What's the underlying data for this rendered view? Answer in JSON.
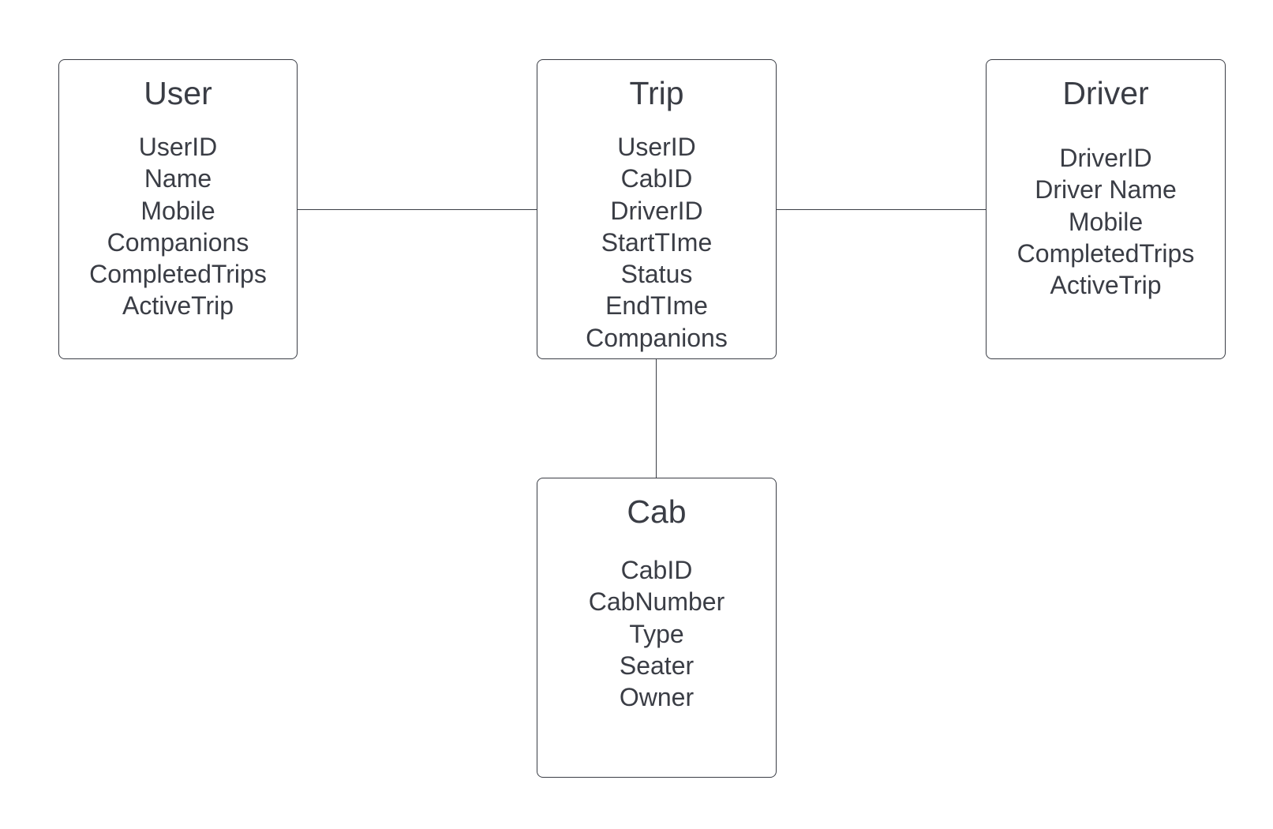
{
  "entities": {
    "user": {
      "title": "User",
      "attributes": [
        "UserID",
        "Name",
        "Mobile",
        "Companions",
        "CompletedTrips",
        "ActiveTrip"
      ]
    },
    "trip": {
      "title": "Trip",
      "attributes": [
        "UserID",
        "CabID",
        "DriverID",
        "StartTIme",
        "Status",
        "EndTIme",
        "Companions"
      ]
    },
    "driver": {
      "title": "Driver",
      "attributes": [
        "DriverID",
        "Driver Name",
        "Mobile",
        "CompletedTrips",
        "ActiveTrip"
      ]
    },
    "cab": {
      "title": "Cab",
      "attributes": [
        "CabID",
        "CabNumber",
        "Type",
        "Seater",
        "Owner"
      ]
    }
  },
  "relationships": [
    {
      "from": "user",
      "to": "trip"
    },
    {
      "from": "trip",
      "to": "driver"
    },
    {
      "from": "trip",
      "to": "cab"
    }
  ],
  "colors": {
    "stroke": "#3a3d45",
    "text": "#3a3d45",
    "background": "#ffffff"
  }
}
